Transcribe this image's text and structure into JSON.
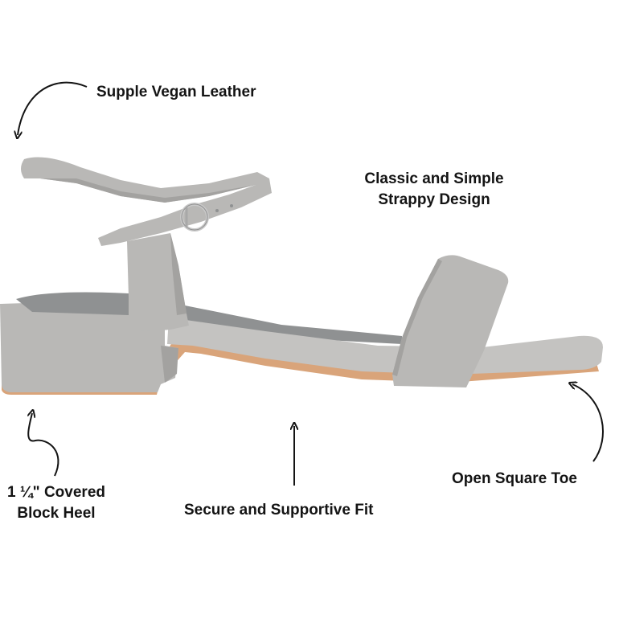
{
  "annotations": {
    "vegan_leather": "Supple Vegan Leather",
    "classic_line1": "Classic and Simple",
    "classic_line2": "Strappy Design",
    "heel_line1": "1 ¼\" Covered",
    "heel_line2": "Block Heel",
    "fit": "Secure and Supportive Fit",
    "toe": "Open Square Toe"
  },
  "colors": {
    "suede": "#b9b8b6",
    "suede_shadow": "#a3a2a0",
    "lining": "#8f9192",
    "sole": "#d9a47a",
    "buckle": "#c9c9c9",
    "text": "#141414"
  }
}
